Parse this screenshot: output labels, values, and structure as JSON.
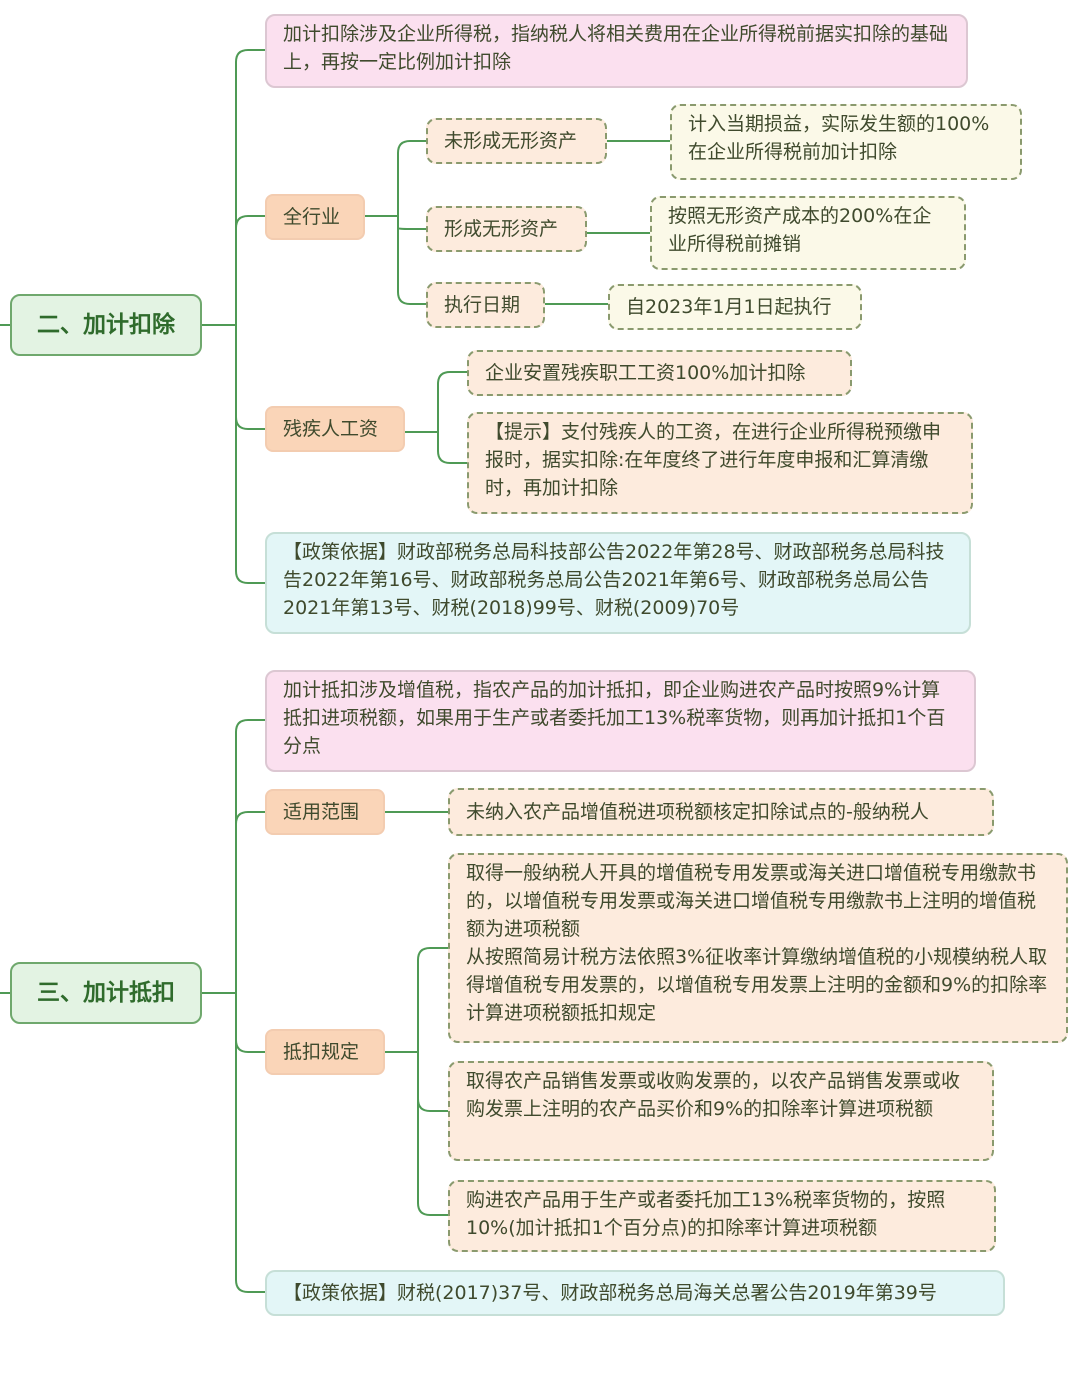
{
  "section2": {
    "title": "二、加计扣除",
    "definition": "加计扣除涉及企业所得税，指纳税人将相关费用在企业所得税前据实扣除的基础上，再按一定比例加计扣除",
    "all_industry": {
      "label": "全行业",
      "no_intangible": {
        "label": "未形成无形资产",
        "detail": "计入当期损益，实际发生额的100%在企业所得税前加计扣除"
      },
      "intangible": {
        "label": "形成无形资产",
        "detail": "按照无形资产成本的200%在企业所得税前摊销"
      },
      "date": {
        "label": "执行日期",
        "detail": "自2023年1月1日起执行"
      }
    },
    "disabled": {
      "label": "残疾人工资",
      "detail": "企业安置残疾职工工资100%加计扣除",
      "tip": "【提示】支付残疾人的工资，在进行企业所得税预缴申报时，据实扣除:在年度终了进行年度申报和汇算清缴时，再加计扣除"
    },
    "policy": "【政策依据】财政部税务总局科技部公告2022年第28号、财政部税务总局科技告2022年第16号、财政部税务总局公告2021年第6号、财政部税务总局公告2021年第13号、财税(2018)99号、财税(2009)70号"
  },
  "section3": {
    "title": "三、加计抵扣",
    "definition": "加计抵扣涉及增值税，指农产品的加计抵扣，即企业购进农产品时按照9%计算抵扣进项税额，如果用于生产或者委托加工13%税率货物，则再加计抵扣1个百分点",
    "scope": {
      "label": "适用范围",
      "detail": "未纳入农产品增值税进项税额核定扣除试点的-般纳税人"
    },
    "rules": {
      "label": "抵扣规定",
      "rule1a": "取得一般纳税人开具的增值税专用发票或海关进口增值税专用缴款书的，以增值税专用发票或海关进口增值税专用缴款书上注明的增值税额为进项税额",
      "rule1b": "从按照简易计税方法依照3%征收率计算缴纳增值税的小规模纳税人取得增值税专用发票的，以增值税专用发票上注明的金额和9%的扣除率计算进项税额抵扣规定",
      "rule2": "取得农产品销售发票或收购发票的，以农产品销售发票或收购发票上注明的农产品买价和9%的扣除率计算进项税额",
      "rule3": "购进农产品用于生产或者委托加工13%税率货物的，按照10%(加计抵扣1个百分点)的扣除率计算进项税额"
    },
    "policy": "【政策依据】财税(2017)37号、财政部税务总局海关总署公告2019年第39号"
  }
}
